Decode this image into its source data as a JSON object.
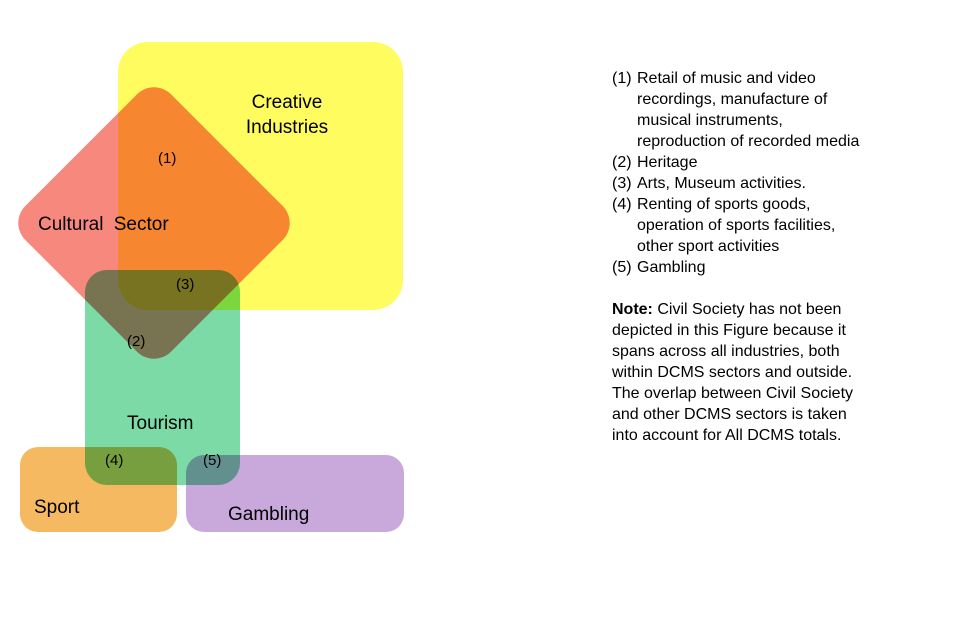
{
  "diagram": {
    "shapes": [
      {
        "label": "Creative Industries",
        "color": "#FFFC60"
      },
      {
        "label": "Cultural Sector",
        "color": "#F6887E"
      },
      {
        "label": "Tourism",
        "color": "#7CDAA6"
      },
      {
        "label": "Sport",
        "color": "#F5BA61"
      },
      {
        "label": "Gambling",
        "color": "#C9A8DC"
      }
    ],
    "markers": [
      "(1)",
      "(2)",
      "(3)",
      "(4)",
      "(5)"
    ]
  },
  "legend": {
    "items": [
      {
        "number": "(1)",
        "text": "Retail of music and video recordings, manufacture of musical instruments, reproduction of recorded media"
      },
      {
        "number": "(2)",
        "text": "Heritage"
      },
      {
        "number": "(3)",
        "text": "Arts, Museum activities."
      },
      {
        "number": "(4)",
        "text": "Renting of sports goods, operation of sports facilities, other sport activities"
      },
      {
        "number": "(5)",
        "text": "Gambling"
      }
    ],
    "note": {
      "label": "Note:",
      "text": " Civil Society has not been depicted in this Figure because it spans across all industries, both within DCMS sectors and outside. The overlap between Civil Society and other DCMS sectors is taken into account for All DCMS totals."
    }
  }
}
